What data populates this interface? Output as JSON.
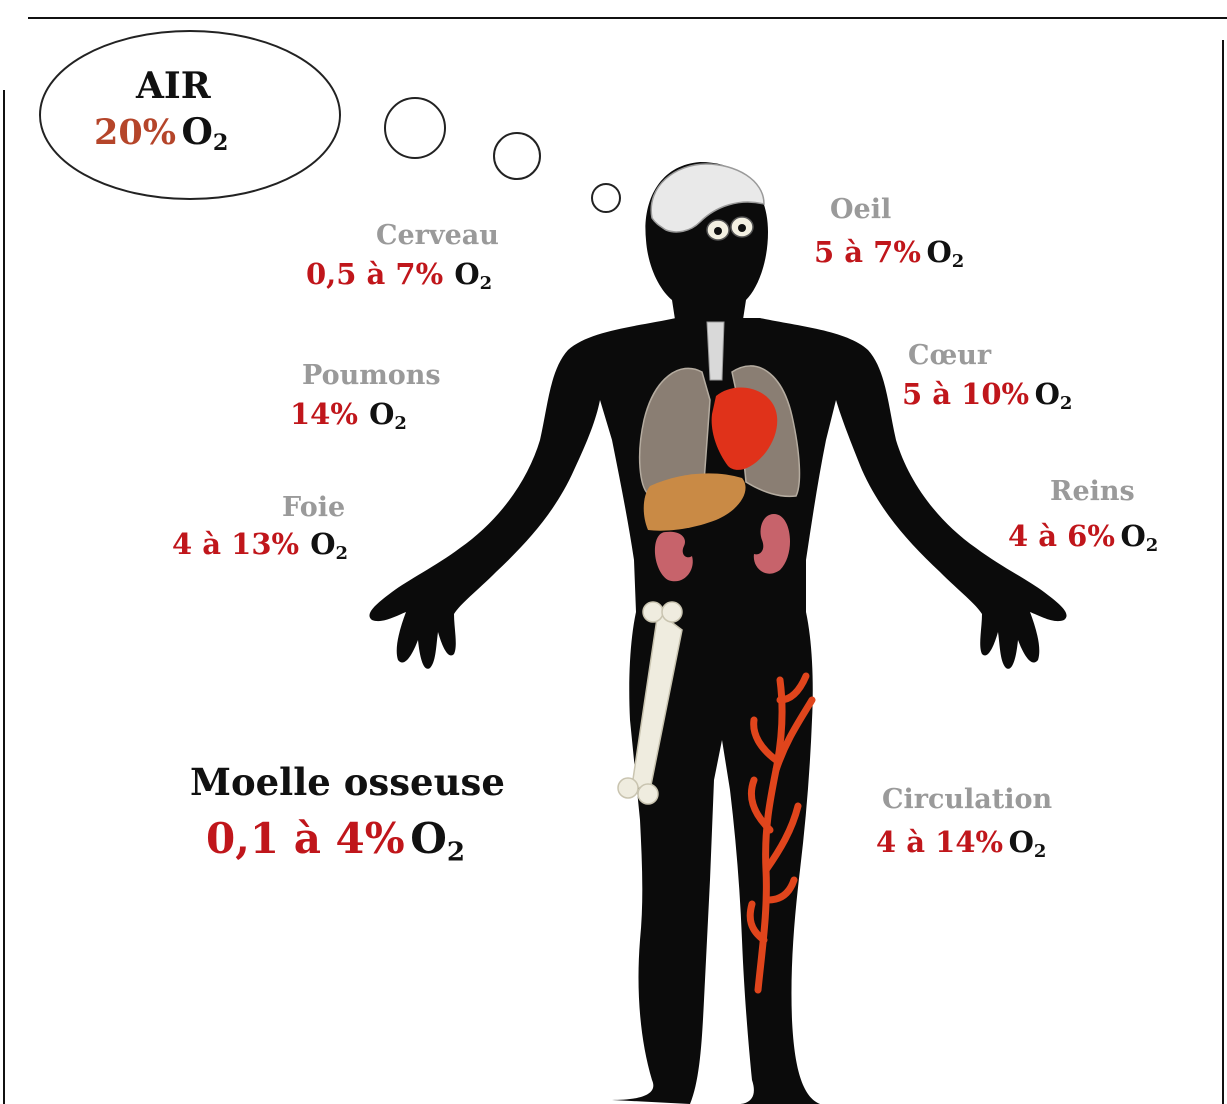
{
  "colors": {
    "value_red": "#c0161b",
    "organ_grey": "#9a9a9a",
    "air_value": "#b5452a",
    "body": "#0b0b0b",
    "heart": "#e0321a",
    "liver": "#c98a45",
    "kidney": "#c7636b",
    "vessel": "#e0451c",
    "bone": "#efecdf"
  },
  "o2_symbol": {
    "letter": "O",
    "subscript": "2"
  },
  "air": {
    "title": "AIR",
    "value": "20%"
  },
  "labels": [
    {
      "id": "cerveau",
      "organ": "Cerveau",
      "value": "0,5 à 7%"
    },
    {
      "id": "oeil",
      "organ": "Oeil",
      "value": "5 à 7%"
    },
    {
      "id": "poumons",
      "organ": "Poumons",
      "value": "14%"
    },
    {
      "id": "coeur",
      "organ": "Cœur",
      "value": "5 à 10%"
    },
    {
      "id": "foie",
      "organ": "Foie",
      "value": "4 à 13%"
    },
    {
      "id": "reins",
      "organ": "Reins",
      "value": "4 à 6%"
    },
    {
      "id": "circulation",
      "organ": "Circulation",
      "value": "4 à 14%"
    }
  ],
  "moelle": {
    "organ": "Moelle osseuse",
    "value": "0,1 à 4%"
  }
}
